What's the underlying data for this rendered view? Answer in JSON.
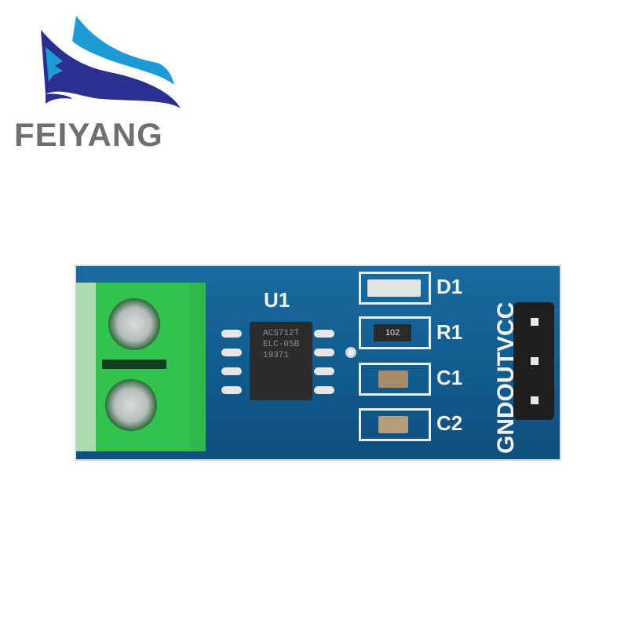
{
  "logo": {
    "brand_text": "FEIYANG",
    "colors": {
      "dark_blue": "#2b2f8f",
      "light_blue": "#1e9ad6",
      "text_gray": "#6f6f71"
    }
  },
  "product": {
    "board_color": "#105a8c",
    "terminal_color": "#33c24e",
    "chip": {
      "label": "U1",
      "markings": [
        "ACS712T",
        "ELC-05B",
        "19371"
      ]
    },
    "resistor_marking": "102",
    "components": [
      "D1",
      "R1",
      "C1",
      "C2"
    ],
    "pin_labels": [
      "VCC",
      "OUT",
      "GND"
    ],
    "pin_label_vertical": "GNDOUTVCC"
  }
}
